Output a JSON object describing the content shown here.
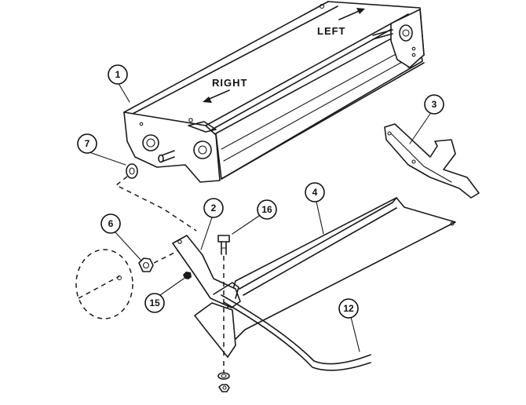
{
  "directions": {
    "left": "LEFT",
    "right": "RIGHT"
  },
  "callouts": {
    "c1": "1",
    "c2": "2",
    "c3": "3",
    "c4": "4",
    "c6": "6",
    "c7": "7",
    "c12": "12",
    "c15": "15",
    "c16": "16"
  },
  "colors": {
    "ink": "#1a1a1a",
    "paper": "#ffffff"
  }
}
